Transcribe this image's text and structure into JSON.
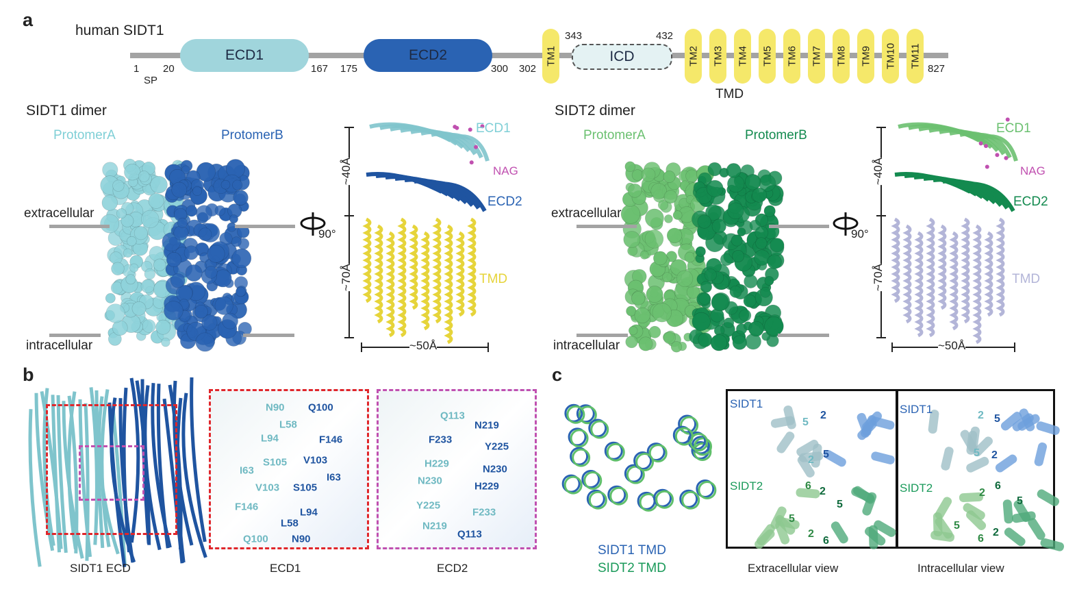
{
  "panel_a": {
    "letter": "a",
    "title": "human SIDT1",
    "domains": {
      "ecd1": "ECD1",
      "ecd2": "ECD2",
      "icd": "ICD"
    },
    "residues": {
      "r1": "1",
      "r20": "20",
      "sp": "SP",
      "r167": "167",
      "r175": "175",
      "r300": "300",
      "r302": "302",
      "r343": "343",
      "r432": "432",
      "r827": "827"
    },
    "tm": [
      "TM1",
      "TM2",
      "TM3",
      "TM4",
      "TM5",
      "TM6",
      "TM7",
      "TM8",
      "TM9",
      "TM10",
      "TM11"
    ],
    "tmd_label": "TMD",
    "sidt1": {
      "title": "SIDT1 dimer",
      "protomer_a": "ProtomerA",
      "protomer_b": "ProtomerB",
      "extracellular": "extracellular",
      "intracellular": "intracellular",
      "rotation": "90°",
      "height_ecd": "~40Å",
      "height_tmd": "~70Å",
      "width": "~50Å",
      "ecd1": "ECD1",
      "nag": "NAG",
      "ecd2": "ECD2",
      "tmd": "TMD"
    },
    "sidt2": {
      "title": "SIDT2 dimer",
      "protomer_a": "ProtomerA",
      "protomer_b": "ProtomerB",
      "extracellular": "extracellular",
      "intracellular": "intracellular",
      "rotation": "90°",
      "height_ecd": "~40Å",
      "height_tmd": "~70Å",
      "width": "~50Å",
      "ecd1": "ECD1",
      "nag": "NAG",
      "ecd2": "ECD2",
      "tmd": "TMD"
    }
  },
  "panel_b": {
    "letter": "b",
    "captions": [
      "SIDT1 ECD",
      "ECD1",
      "ECD2"
    ],
    "ecd1_residues": [
      "N90",
      "Q100",
      "L58",
      "L94",
      "F146",
      "S105",
      "V103",
      "I63",
      "I63",
      "V103",
      "S105",
      "F146",
      "L94",
      "L58",
      "Q100",
      "N90"
    ],
    "ecd2_residues": [
      "Q113",
      "N219",
      "F233",
      "Y225",
      "H229",
      "N230",
      "N230",
      "H229",
      "Y225",
      "F233",
      "N219",
      "Q113"
    ]
  },
  "panel_c": {
    "letter": "c",
    "legend": [
      "SIDT1 TMD",
      "SIDT2 TMD"
    ],
    "captions": [
      "Extracellular view",
      "Intracellular view"
    ],
    "extracellular": {
      "sidt1": "SIDT1",
      "sidt2": "SIDT2",
      "numbers": [
        "2",
        "5",
        "2",
        "5",
        "6",
        "2",
        "5",
        "5",
        "2",
        "6"
      ]
    },
    "intracellular": {
      "sidt1": "SIDT1",
      "sidt2": "SIDT2",
      "numbers": [
        "2",
        "5",
        "5",
        "2",
        "2",
        "6",
        "5",
        "5",
        "6",
        "2"
      ]
    }
  },
  "colors": {
    "ecd1": "#a0d5dc",
    "ecd2": "#2a63b3",
    "tm": "#f5e86a",
    "sidt2_light": "#6bc070",
    "sidt2_dark": "#138a4f",
    "nag": "#c050b0",
    "tmd2": "#b3b5d8"
  }
}
